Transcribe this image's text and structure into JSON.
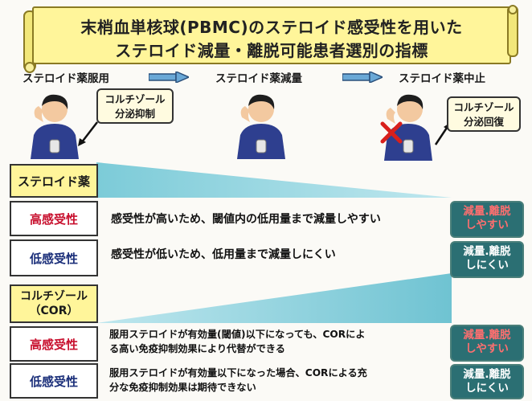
{
  "banner": {
    "line1": "末梢血単核球(PBMC)のステロイド感受性を用いた",
    "line2": "ステロイド減量・離脱可能患者選別の指標"
  },
  "phases": [
    {
      "label": "ステロイド薬服用"
    },
    {
      "label": "ステロイド薬減量"
    },
    {
      "label": "ステロイド薬中止"
    }
  ],
  "callouts": {
    "suppression": {
      "line1": "コルチゾール",
      "line2": "分泌抑制"
    },
    "recovery": {
      "line1": "コルチゾール",
      "line2": "分泌回復"
    }
  },
  "sections": {
    "steroid": {
      "header": "ステロイド薬",
      "rows": [
        {
          "sensitivity": "高感受性",
          "text": "感受性が高いため、閾値内の低用量まで減量しやすい",
          "result_line1": "減量.離脱",
          "result_line2": "しやすい"
        },
        {
          "sensitivity": "低感受性",
          "text": "感受性が低いため、低用量まで減量しにくい",
          "result_line1": "減量.離脱",
          "result_line2": "しにくい"
        }
      ]
    },
    "cortisol": {
      "header_line1": "コルチゾール",
      "header_line2": "（COR）",
      "rows": [
        {
          "sensitivity": "高感受性",
          "text_line1": "服用ステロイドが有効量(閾値)以下になっても、CORによ",
          "text_line2": "る高い免疫抑制効果により代替ができる",
          "result_line1": "減量.離脱",
          "result_line2": "しやすい"
        },
        {
          "sensitivity": "低感受性",
          "text_line1": "服用ステロイドが有効量以下になった場合、CORによる充",
          "text_line2": "分な免疫抑制効果は期待できない",
          "result_line1": "減量.離脱",
          "result_line2": "しにくい"
        }
      ]
    }
  },
  "colors": {
    "wedge": "#8fd3de",
    "banner": "#fff59a",
    "high": "#c8102e",
    "low": "#1b2f7a",
    "result_bg": "#2b6f73"
  },
  "icons": {
    "person_taking_pill": "person-icon",
    "forbidden": "cross-icon"
  }
}
